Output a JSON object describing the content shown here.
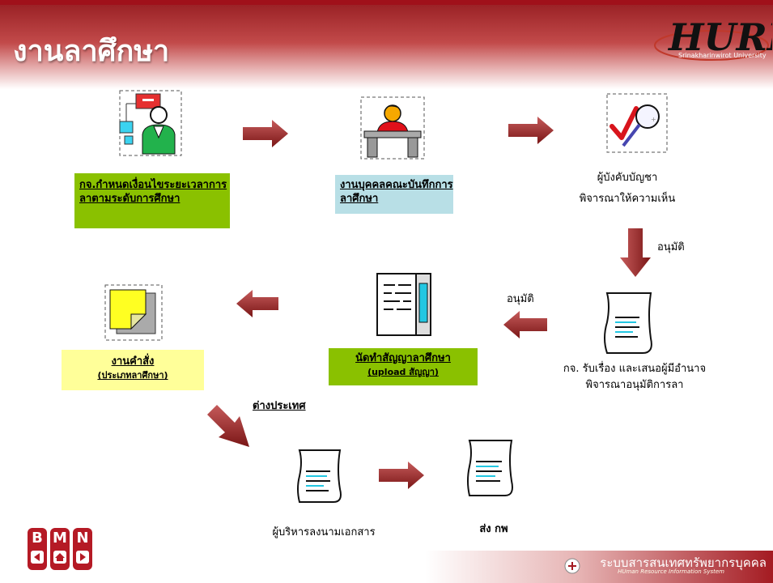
{
  "title": "งานลาศึกษา",
  "logo": {
    "text": "HURIS",
    "subtitle": "Srinakharinwirot University"
  },
  "steps": {
    "define_conditions": "กจ.กำหนดเงื่อนไขระยะเวลาการลาตามระดับการศึกษา",
    "faculty_record": "งานบุคคลคณะบันทึกการลาศึกษา",
    "supervisor_line1": "ผู้บังคับบัญชา",
    "supervisor_line2": "พิจารณาให้ความเห็น",
    "hr_line1": "กจ. รับเรื่อง และเสนอผู้มีอำนาจ",
    "hr_line2": "พิจารณาอนุมัติการลา",
    "contract_line1": "นัดทำสัญญาลาศึกษา",
    "contract_line2": "(upload สัญญา)",
    "order_line1": "งานคำสั่ง",
    "order_line2": "(ประเภทลาศึกษา)",
    "executive_sign": "ผู้บริหารลงนามเอกสาร",
    "send": "ส่ง กพ"
  },
  "labels": {
    "approve1": "อนุมัติ",
    "approve2": "อนุมัติ",
    "abroad": "ต่างประเทศ"
  },
  "nav": {
    "b": "B",
    "m": "M",
    "n": "N"
  },
  "footer": {
    "text": "ระบบสารสนเทศทรัพยากรบุคคล",
    "subtitle": "HUman Resource Information System"
  }
}
